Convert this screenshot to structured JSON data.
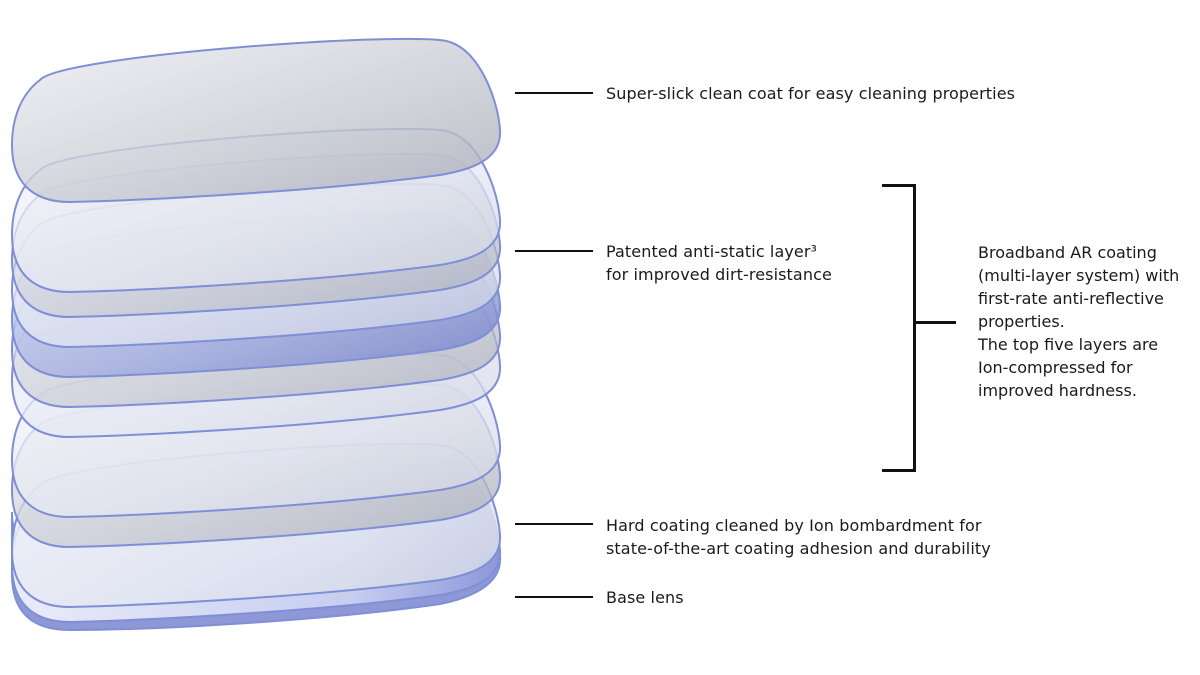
{
  "labels": {
    "clean_coat": "Super-slick clean coat for easy cleaning properties",
    "anti_static_line1": "Patented anti-static layer³",
    "anti_static_line2": "for improved dirt-resistance",
    "hard_coat_line1": "Hard coating cleaned by Ion bombardment for",
    "hard_coat_line2": "state-of-the-art coating adhesion and durability",
    "base_lens": "Base lens"
  },
  "ar_group": {
    "lines": [
      "Broadband AR coating",
      "(multi-layer system) with",
      "first-rate anti-reflective",
      "properties.",
      "The top five layers are",
      "Ion-compressed for",
      "improved hardness."
    ]
  },
  "colors": {
    "outline": "#7f8fd6",
    "fill_light": "#e8ecf8",
    "fill_grey": "#b9bcc6",
    "fill_blue": "#7d88cf",
    "line": "#111111"
  }
}
